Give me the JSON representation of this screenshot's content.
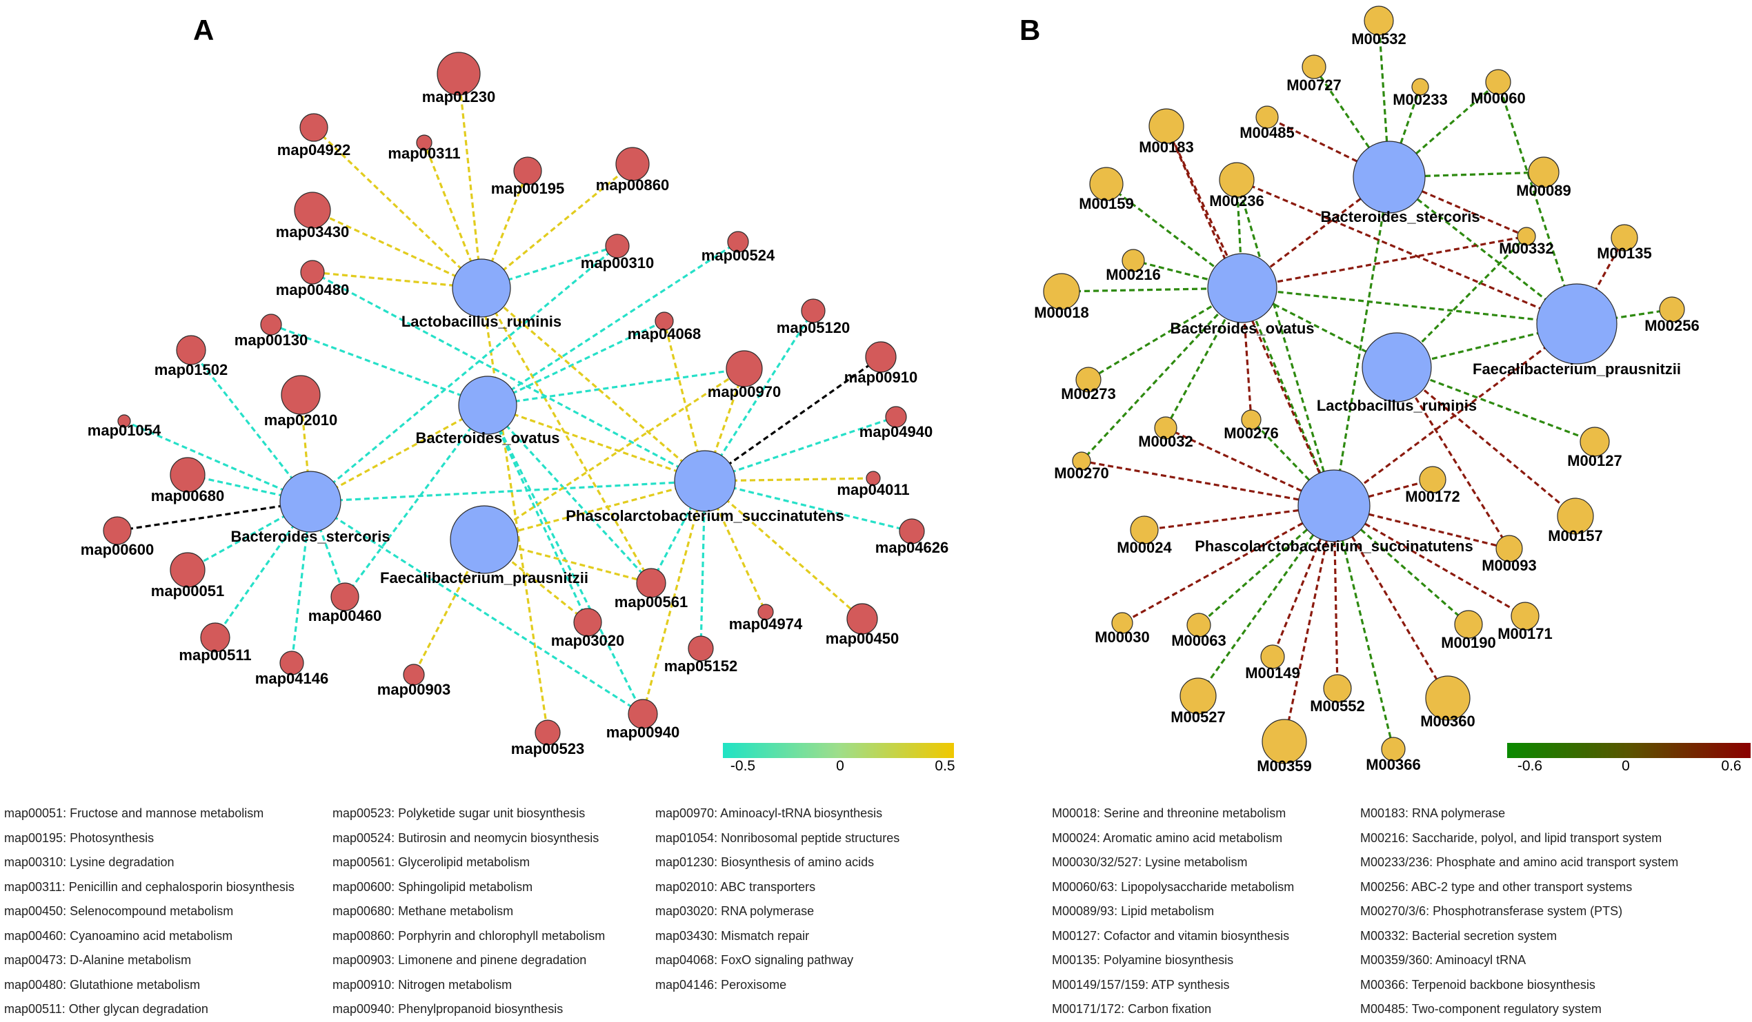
{
  "panel_a": {
    "letter": "A",
    "colorbar": {
      "min_label": "-0.5",
      "mid_label": "0",
      "max_label": "0.5",
      "low_color": "#20e3c4",
      "high_color": "#f0c800"
    },
    "bacteria": [
      "Lactobacillus_ruminis",
      "Bacteroides_ovatus",
      "Bacteroides_stercoris",
      "Faecalibacterium_prausnitzii",
      "Phascolarctobacterium_succinatutens"
    ],
    "pathways": [
      "map01230",
      "map04922",
      "map00311",
      "map00195",
      "map00860",
      "map03430",
      "map00480",
      "map00310",
      "map00524",
      "map00130",
      "map04068",
      "map05120",
      "map01502",
      "map00970",
      "map00910",
      "map02010",
      "map01054",
      "map04940",
      "map00680",
      "map04011",
      "map00600",
      "map04626",
      "map00051",
      "map00460",
      "map00561",
      "map00511",
      "map03020",
      "map04974",
      "map00450",
      "map04146",
      "map05152",
      "map00903",
      "map00940",
      "map00523"
    ],
    "colors": {
      "bacterium": "#8aabfb",
      "pathway": "#d35a5a",
      "positive_edge": "#e2cc1e",
      "negative_edge": "#26e0c8",
      "strong_edge": "#000000"
    }
  },
  "panel_b": {
    "letter": "B",
    "colorbar": {
      "min_label": "-0.6",
      "mid_label": "0",
      "max_label": "0.6",
      "low_color": "#0a8a00",
      "high_color": "#8b0000"
    },
    "bacteria": [
      "Bacteroides_stercoris",
      "Bacteroides_ovatus",
      "Faecalibacterium_prausnitzii",
      "Lactobacillus_ruminis",
      "Phascolarctobacterium_succinatutens"
    ],
    "modules": [
      "M00532",
      "M00727",
      "M00233",
      "M00060",
      "M00183",
      "M00485",
      "M00089",
      "M00159",
      "M00236",
      "M00332",
      "M00135",
      "M00216",
      "M00018",
      "M00256",
      "M00273",
      "M00032",
      "M00276",
      "M00270",
      "M00127",
      "M00172",
      "M00157",
      "M00024",
      "M00093",
      "M00030",
      "M00063",
      "M00190",
      "M00171",
      "M00149",
      "M00552",
      "M00527",
      "M00360",
      "M00359",
      "M00366"
    ],
    "colors": {
      "bacterium": "#8aabfb",
      "module": "#ebbd47",
      "positive_edge": "#8b1a0e",
      "negative_edge": "#2e8a10"
    }
  },
  "legend_a": [
    [
      "map00051: Fructose and mannose metabolism",
      "map00195: Photosynthesis",
      "map00310: Lysine degradation",
      "map00311: Penicillin and cephalosporin biosynthesis",
      "map00450: Selenocompound metabolism",
      "map00460: Cyanoamino acid metabolism",
      "map00473: D-Alanine metabolism",
      "map00480: Glutathione metabolism",
      "map00511: Other glycan degradation"
    ],
    [
      "map00523: Polyketide sugar unit biosynthesis",
      "map00524: Butirosin and neomycin biosynthesis",
      "map00561: Glycerolipid metabolism",
      "map00600: Sphingolipid metabolism",
      "map00680: Methane metabolism",
      "map00860: Porphyrin and chlorophyll metabolism",
      "map00903: Limonene and pinene degradation",
      "map00910: Nitrogen metabolism",
      "map00940: Phenylpropanoid biosynthesis"
    ],
    [
      "map00970: Aminoacyl-tRNA biosynthesis",
      "map01054: Nonribosomal peptide structures",
      "map01230: Biosynthesis of amino acids",
      "map02010: ABC transporters",
      "map03020: RNA polymerase",
      "map03430: Mismatch repair",
      "map04068: FoxO signaling pathway",
      "map04146: Peroxisome"
    ]
  ],
  "legend_b": [
    [
      "M00018: Serine and threonine metabolism",
      "M00024: Aromatic amino acid metabolism",
      "M00030/32/527: Lysine metabolism",
      "M00060/63: Lipopolysaccharide metabolism",
      "M00089/93: Lipid metabolism",
      "M00127: Cofactor and vitamin biosynthesis",
      "M00135: Polyamine biosynthesis",
      "M00149/157/159: ATP synthesis",
      "M00171/172: Carbon fixation"
    ],
    [
      "M00183: RNA polymerase",
      "M00216: Saccharide, polyol, and lipid transport system",
      "M00233/236: Phosphate and amino acid transport system",
      "M00256: ABC-2 type and other transport systems",
      "M00270/3/6: Phosphotransferase system (PTS)",
      "M00332: Bacterial secretion system",
      "M00359/360: Aminoacyl tRNA",
      "M00366: Terpenoid backbone biosynthesis",
      "M00485: Two-component regulatory system"
    ]
  ]
}
